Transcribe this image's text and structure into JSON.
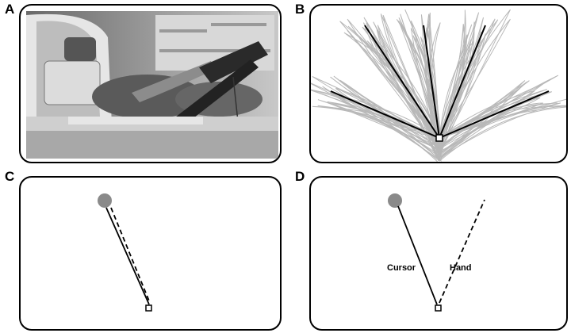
{
  "panels": {
    "a": {
      "label": "A"
    },
    "b": {
      "label": "B"
    },
    "c": {
      "label": "C"
    },
    "d": {
      "label": "D"
    }
  },
  "panel_d": {
    "cursor_label": "Cursor",
    "hand_label": "Hand"
  },
  "colors": {
    "frame": "#000000",
    "target": "#8a8a8a",
    "traces": "#b8b8b8",
    "mean_lines": "#000000"
  }
}
